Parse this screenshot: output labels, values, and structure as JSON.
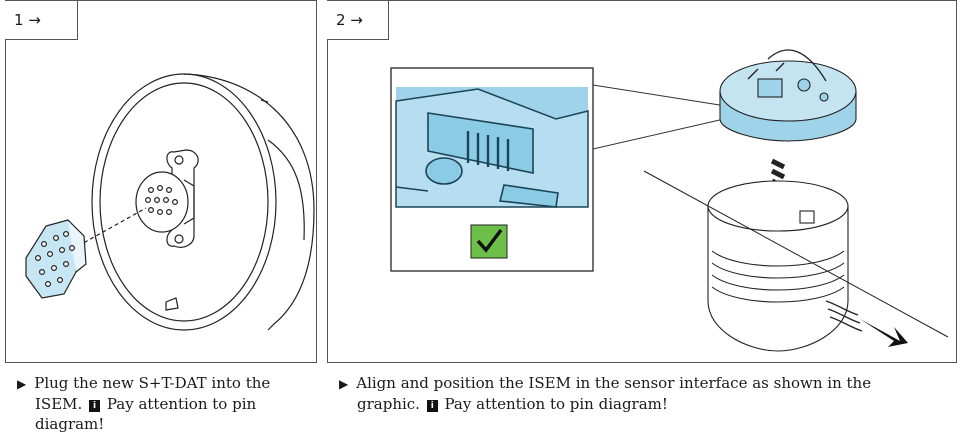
{
  "steps": [
    {
      "label": "1 →",
      "line1": "Plug the new S+T-DAT into the",
      "line2_pre": "ISEM.",
      "line2_post": "Pay attention to pin",
      "line3": "diagram!"
    },
    {
      "label": "2 →",
      "line1": "Align and position the ISEM in the sensor interface as shown in the",
      "line2_pre": "graphic.",
      "line2_post": "Pay attention to pin diagram!"
    }
  ],
  "icons": {
    "bullet": "▶",
    "info": "i",
    "check": "checkmark-icon"
  },
  "colors": {
    "part_blue": "#9fd3ea",
    "check_green": "#6cc04a",
    "frame": "#555555"
  }
}
